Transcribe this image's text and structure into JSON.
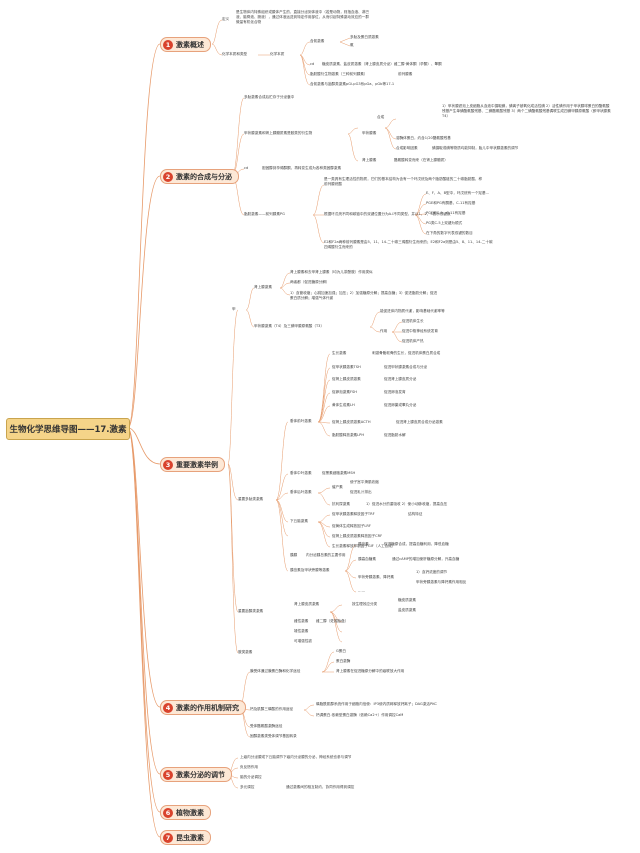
{
  "root": "生物化学思维导图——17.激素",
  "sections": [
    {
      "num": "1",
      "label": "激素概述"
    },
    {
      "num": "2",
      "label": "激素的合成与分泌"
    },
    {
      "num": "3",
      "label": "重要激素举例"
    },
    {
      "num": "4",
      "label": "激素的作用机制研究"
    },
    {
      "num": "5",
      "label": "激素分泌的调节"
    },
    {
      "num": "6",
      "label": "植物激素"
    },
    {
      "num": "7",
      "label": "昆虫激素"
    }
  ],
  "s1": {
    "def": "定义",
    "def_text": "是生物体内特殊组织或腺体产生的，直接分泌到体液中（若是动物，则指血液、淋巴液、脑脊液、肠液），通过体液运送到特定作用部位，从而引起特殊激动效应的一群微量有机化合物",
    "chem": "化学本质和类型",
    "chem_child": "化学本质",
    "n1": "含氮激素",
    "n1a": "多肽及蛋白质激素",
    "n1b": "氨",
    "n2": "cd",
    "n2t": "糖皮质激素、盐皮质激素（肾上腺皮质分泌）雌二醇·黄体酮（孕酮）、睾酮",
    "n3": "脂肪酸衍生物激素（三种前列腺素）",
    "n3t": "前列腺素",
    "n4": "含氮激素与甾醇类激素pGi-pG3系pGa、pGb等17-1"
  },
  "s2": {
    "a": "多肽激素合成后贮存于分泌囊中",
    "b": "甲状腺激素和肾上腺髓质素是胺类的衍生物",
    "b1": "甲状腺素",
    "b1a": "合成",
    "b1a_t": "1）甲状腺滤泡上皮细胞从血液中摄取碘，碘离子被氧化成活性碘 2）活性碘作用于甲状腺球蛋白的酪氨酸残基产生单碘酪氨酸残基、二碘酪氨酸残基 3）两个二碘酪氨酸残基偶联生成四碘甲腺原氨酸（即甲状腺素T4）",
    "b1b": "溶酶体蛋白，约含1/20酪氨酸残基",
    "b1c": "合成影响因素",
    "b1c_t": "碘摄取或碘等物质均能抑制，胎儿中甲状腺激素的调节",
    "b2": "肾上腺素",
    "b2t": "酪氨酸转变而来（在肾上腺髓质）",
    "c": "cd",
    "ct": "胆固醇到孕烯醇酮，再转变生成为各种类固醇激素",
    "d": "脂肪激素——前列腺素PG",
    "d1": "是一类具有生理活性的物质，它们的基本结构为含有一个环戊烷及两个脂肪酸链的二十碳脂肪酸，称前列腺烷酸",
    "d2": "根据环戊烷不同和碳链中的双键位置分为A-I不同类型，并以1、2、3表示双键数",
    "d2a": "E、F、A、B型中，环戊烷有一个羟基…",
    "d2b": "PGE和PG有酮基，C-11有羟基",
    "d2c": "PGF和C-9、C-11有羟基",
    "d2d": "PG类C-5上双键为顺式",
    "d2e": "在下角的数字代表双键的数目",
    "d3": "E2和F2a两种前列腺素是由5、11、14-二十碳三烯酸衍生而来的；E2和F2a则是由5、8、11、14-二十碳四烯酸衍生而来的"
  },
  "s3": {
    "jia": "甲",
    "jia_adrenal": "肾上腺激素",
    "ja1": "肾上腺素和去甲肾上腺素（均为儿茶酚胺）作用类似",
    "ja2": "两者都（促进糖原分解）",
    "ja3": "1）血管收缩；心跳加速加强；加压；2）加强糖原分解；提高血糖；3）促进脂肪分解；促进蛋白质分解；增强气体代谢",
    "jia_thyroid": "甲状腺激素（T4）及三碘甲腺原氨酸（T3）",
    "jt1": "能促进体内物质代谢，影响基础代谢率等",
    "jt2": "作用",
    "jt2a": "促进机体生长",
    "jt2b": "促进中枢神经系统发育",
    "jt2c": "促进机体产热",
    "peptide": "重要多肽类激素",
    "pituitary": "垂体前叶激素",
    "pa": "生长激素",
    "pa_t": "刺激骨骺软骨的生长，促进机体蛋白质合成",
    "pb": "促甲状腺激素TSH",
    "pb_t": "促进甲状腺激素合成与分泌",
    "pc": "促肾上腺皮质激素",
    "pc_t": "促进肾上腺皮质分泌",
    "pd": "促卵泡激素FSH",
    "pd_t": "促进卵泡发育",
    "pe": "黄体生成素LH",
    "pe_t": "促进卵巢或睾丸分泌",
    "pf": "促肾上腺皮质激素ACTH",
    "pf_t": "促进肾上腺皮质合成分泌激素",
    "pg": "脂肪酸释放激素LPH",
    "pg_t": "促进脂肪水解",
    "pituitary_mid": "垂体中叶激素",
    "pm_t": "促黑素细胞激素MSH",
    "pituitary_post": "垂体后叶激素",
    "pp1": "催产素",
    "pp1a": "使子宫平滑肌收缩",
    "pp1b": "促进乳汁排出",
    "pp2": "抗利尿激素",
    "pp2t": "1）促进水分的重吸收 2）使小动脉收缩，提高血压",
    "hypo": "下丘脑激素",
    "h1": "促甲状腺激素释放因子TRF",
    "h1t": "结构特征",
    "h2": "促黄体生成释放因子LRF",
    "h3": "促肾上腺皮质激素释放因子CRF",
    "h4": "生长激素释放抑制因子GIF（人工合成）",
    "pancreas": "胰腺",
    "pan_t": "内分泌胰岛素的主要作用",
    "pi": "胰岛素及甲状旁腺等激素",
    "pi1": "胰岛素",
    "pi1t": "促进糖原合成，提高血糖利用，降低血糖",
    "pi2": "胰高血糖素",
    "pi2t": "通过cAMP的增加使肝糖原分解，升高血糖",
    "pi3": "甲状旁腺激素、降钙素",
    "pi3a": "1）血钙浓度的调节",
    "pi3b": "甲状旁腺激素与降钙素作用相反",
    "pi_etc": "……",
    "steroid": "重要甾醇类激素",
    "st1": "肾上腺皮质激素",
    "st1a": "按生理效应分类",
    "st1a1": "糖皮质激素",
    "st1a2": "盐皮质激素",
    "st2": "雌性激素",
    "st2t": "雌二醇（妊娠胎盘）",
    "st3": "雄性激素",
    "st4": "可增强性欲",
    "amine": "胺类激素"
  },
  "s4": {
    "a": "膜受体通过膜蛋白酶和化学途径",
    "a1": "G蛋白",
    "a2": "蛋白激酶",
    "a3": "肾上腺素在促进糖原分解中的级联放大作用",
    "b": "钙及肌醇三磷酸的作用途径",
    "b1": "磷脂酰肌醇系统作用于细胞内信使：IP3使内质网释放钙离子；DAG激活PKC",
    "b2": "钙调蛋白-依赖型蛋白激酶（依赖Ca2+）作用调控CaM",
    "c": "受体酪氨酸激酶途径",
    "d": "固醇激素类受体调节基因转录"
  },
  "s5": {
    "a": "上级内分泌腺或下丘脑调节下级内分泌腺的分泌，神经系统也参与调节",
    "b": "负反馈作用",
    "c": "脑的分泌调控",
    "d": "多元调控",
    "dt": "通过激素间的相互制约，协同作用得到调控"
  }
}
